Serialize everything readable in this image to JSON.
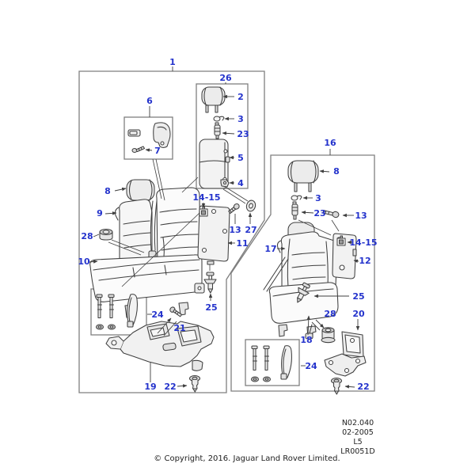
{
  "page": {
    "background": "#ffffff"
  },
  "colors": {
    "label_blue": "#2433cc",
    "line_dark": "#3f3f3f",
    "border_gray": "#7f7f7f",
    "text_dark": "#222222"
  },
  "callouts": {
    "box1": "1",
    "box26": "26",
    "headrest2": "2",
    "clip3L": "3",
    "pin23L": "23",
    "pad5": "5",
    "latch4": "4",
    "box6": "6",
    "screw7": "7",
    "headrest8L": "8",
    "back9": "9",
    "bush28L": "28",
    "cushion10": "10",
    "clip1415L": "14-15",
    "bolt13L": "13",
    "washer27": "27",
    "panel11": "11",
    "pin25L": "25",
    "kit24L": "24",
    "screw21": "21",
    "floor19": "19",
    "rivet22L": "22",
    "box16": "16",
    "headrest8R": "8",
    "clip3R": "3",
    "pin23R": "23",
    "bolt13R": "13",
    "seat17": "17",
    "clip1415R": "14-15",
    "panel12": "12",
    "pin25R": "25",
    "bush28R": "28",
    "bracket20": "20",
    "seat18": "18",
    "kit24R": "24",
    "rivet22R": "22"
  },
  "id_block": {
    "line1": "N02.040",
    "line2": "02-2005",
    "line3": "L5",
    "line4": "LR0051D"
  },
  "footer": {
    "copyright": "© Copyright, 2016. Jaguar Land Rover Limited."
  }
}
